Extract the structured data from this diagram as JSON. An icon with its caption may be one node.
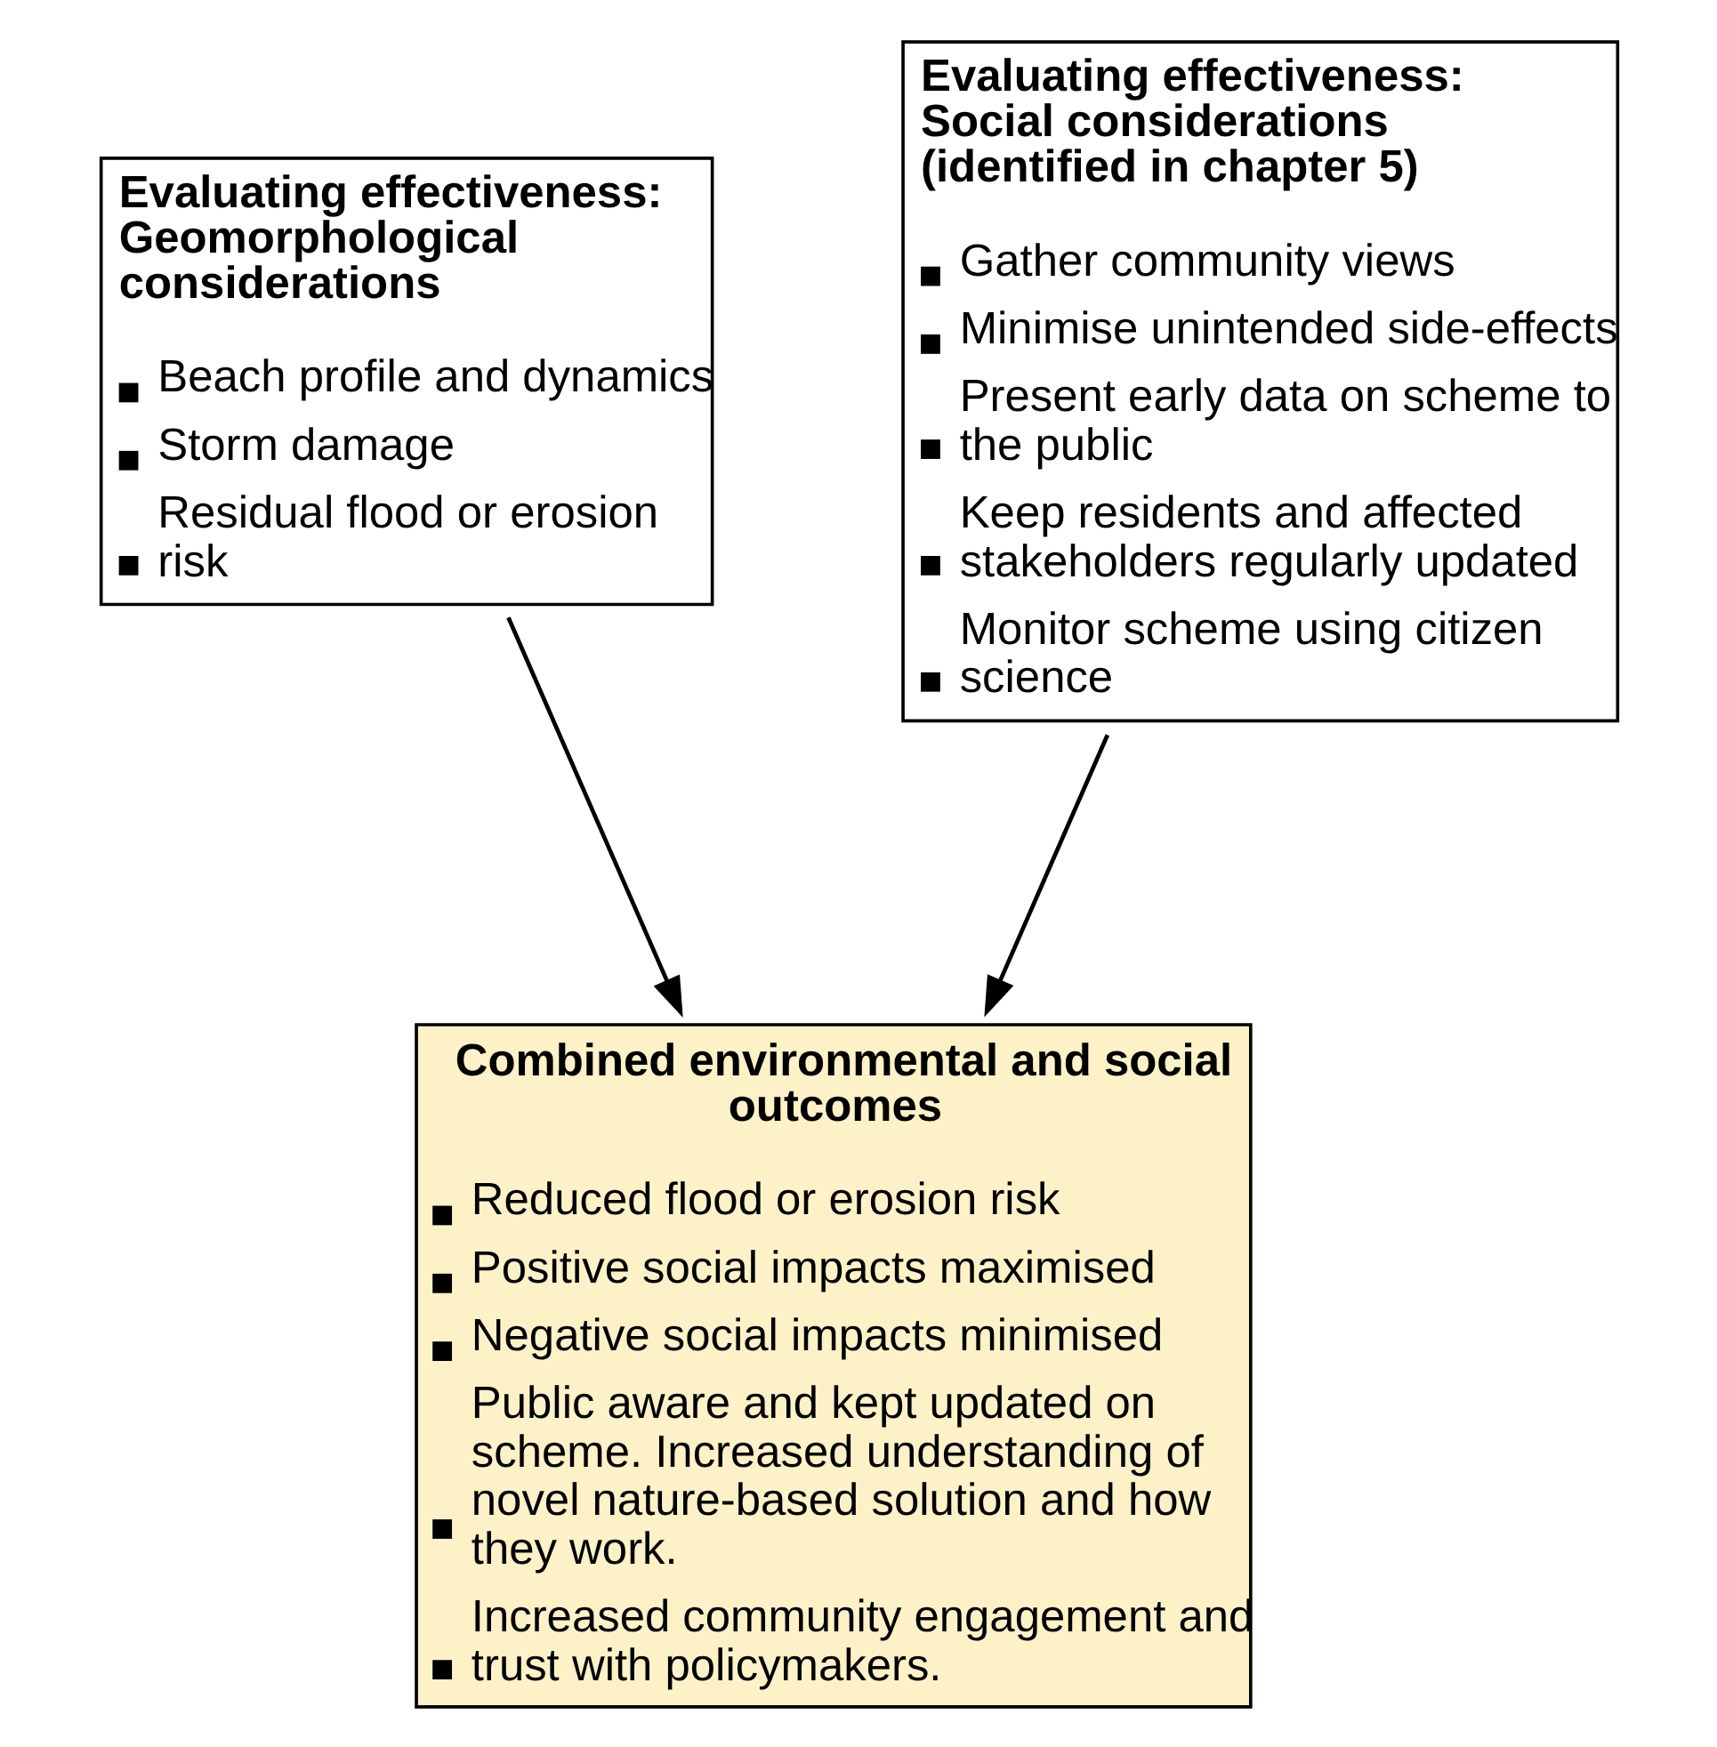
{
  "diagram": {
    "nodes": [
      {
        "text": [
          "Evaluating effectiveness: Geomorphological considerations",
          "Beach profile and dynamics",
          "Storm damage",
          "Residual flood or erosion risk"
        ]
      },
      {
        "text": [
          "Evaluating effectiveness: Social considerations (identified in chapter 5)",
          "Gather community views",
          "Minimise unintended side-effects",
          "Present early data on scheme to the public",
          "Keep residents and affected stakeholders regularly updated",
          "Monitor scheme using citizen science"
        ]
      },
      {
        "text": [
          "Combined environmental and social outcomes",
          "Reduced flood or erosion risk",
          "Positive social impacts maximised",
          "Negative social impacts minimised",
          "Public aware and kept updated on scheme. Increased understanding of novel nature-based solution and how they work.",
          "Increased community engagement and trust with policymakers."
        ]
      }
    ],
    "edges": [
      {
        "from": 0,
        "to": 2,
        "arrow": "to"
      },
      {
        "from": 1,
        "to": 2,
        "arrow": "to"
      }
    ]
  }
}
